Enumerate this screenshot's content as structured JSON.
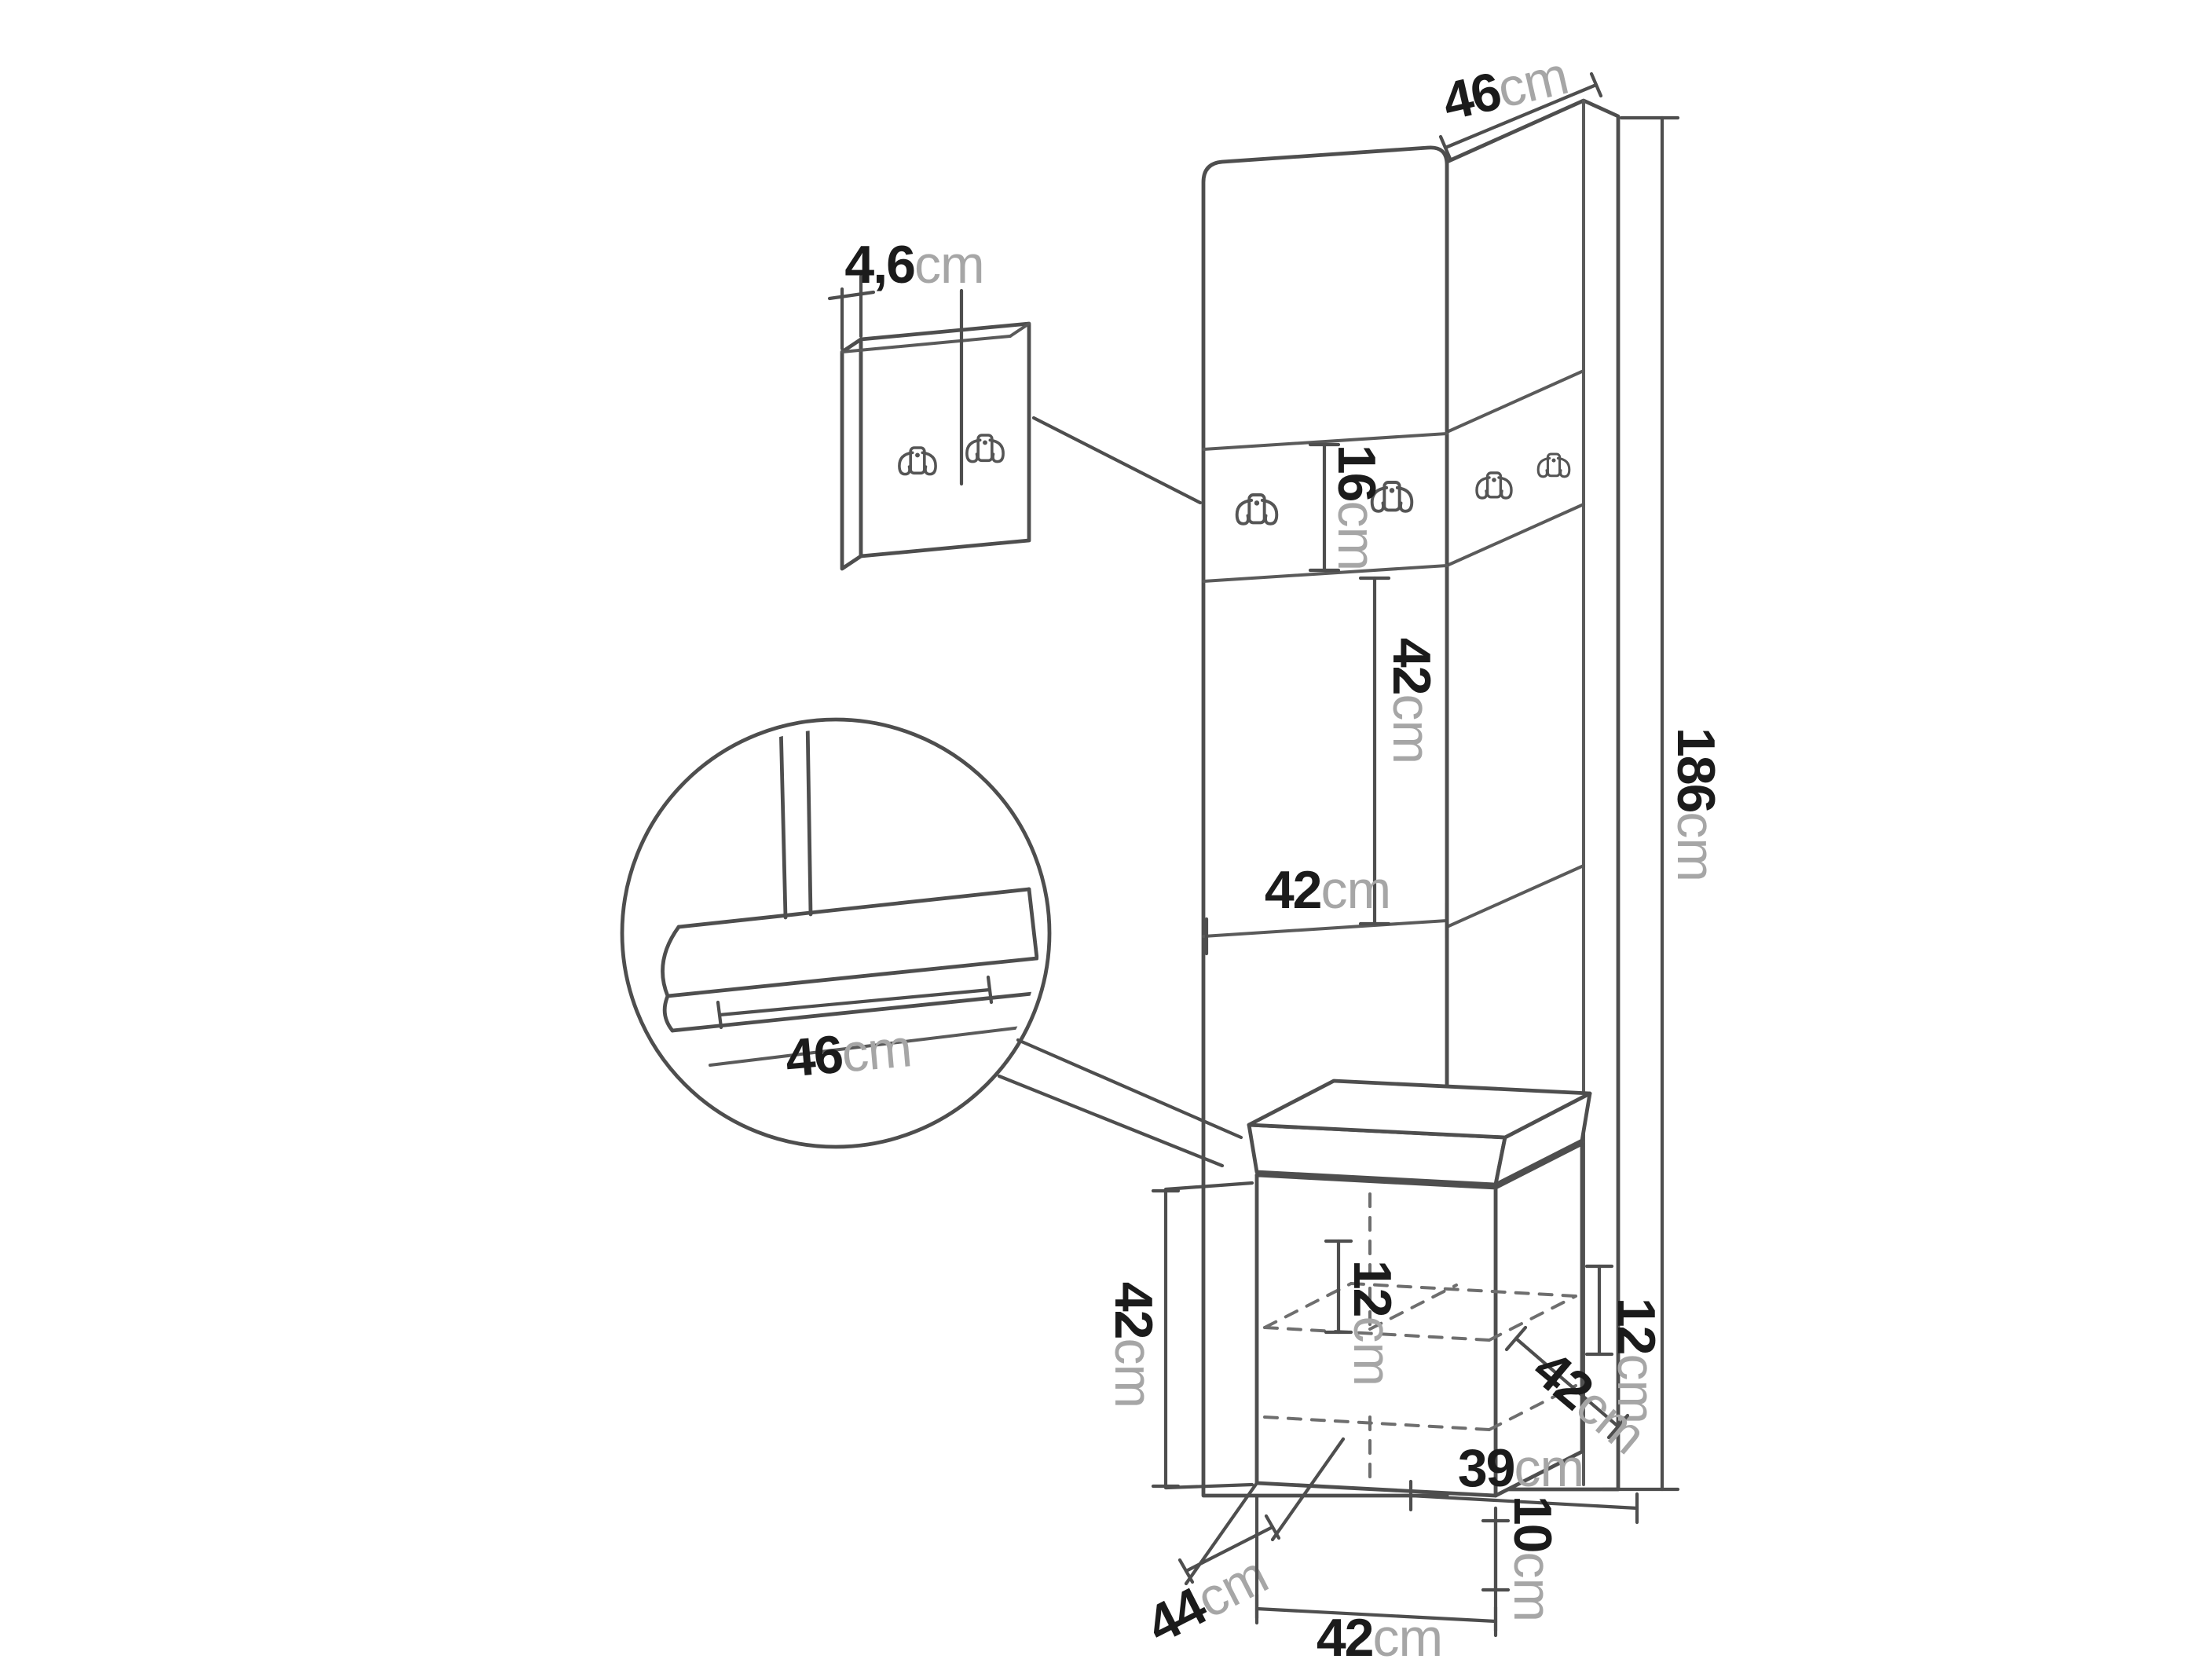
{
  "diagram": {
    "name": "hallway-furniture-dimension-diagram",
    "labels": {
      "panel_top_width": {
        "value": "46",
        "unit": "cm"
      },
      "hook_panel_thickness": {
        "value": "4,6",
        "unit": "cm"
      },
      "hook_strip_height": {
        "value": "16",
        "unit": "cm"
      },
      "panel_section_height": {
        "value": "42",
        "unit": "cm"
      },
      "panel_total_height": {
        "value": "186",
        "unit": "cm"
      },
      "panel_section_width": {
        "value": "42",
        "unit": "cm"
      },
      "seat_detail_depth": {
        "value": "46",
        "unit": "cm"
      },
      "bench_height": {
        "value": "42",
        "unit": "cm"
      },
      "bench_shelf_left_height": {
        "value": "12",
        "unit": "cm"
      },
      "bench_shelf_right_height": {
        "value": "12",
        "unit": "cm"
      },
      "bench_inner_width": {
        "value": "39",
        "unit": "cm"
      },
      "bench_bottom_shelf_height": {
        "value": "10",
        "unit": "cm"
      },
      "bench_inner_depth": {
        "value": "42",
        "unit": "cm"
      },
      "bench_depth": {
        "value": "44",
        "unit": "cm"
      },
      "bench_width": {
        "value": "42",
        "unit": "cm"
      }
    },
    "style": {
      "line_color": "#4e4e4e",
      "number_color": "#1b1b1b",
      "unit_color": "#a6a6a6",
      "background": "#ffffff"
    }
  }
}
